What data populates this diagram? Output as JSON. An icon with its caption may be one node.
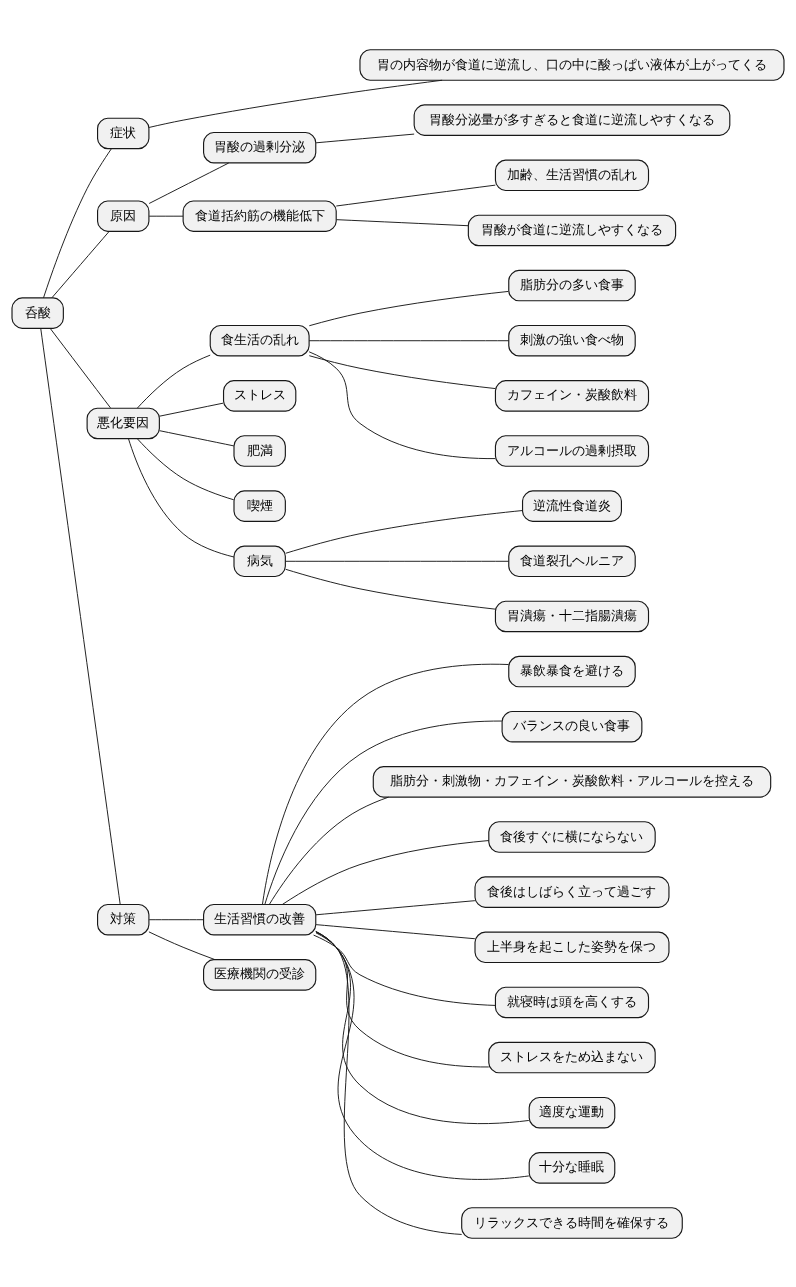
{
  "diagram": {
    "nodes": [
      {
        "text": [
          "呑酸"
        ]
      },
      {
        "text": [
          "症状"
        ]
      },
      {
        "text": [
          "胃の内容物が食道に逆流し、口の中に酸っぱい液体が上がってくる"
        ]
      },
      {
        "text": [
          "原因"
        ]
      },
      {
        "text": [
          "胃酸の過剰分泌"
        ]
      },
      {
        "text": [
          "胃酸分泌量が多すぎると食道に逆流しやすくなる"
        ]
      },
      {
        "text": [
          "食道括約筋の機能低下"
        ]
      },
      {
        "text": [
          "加齢、生活習慣の乱れ"
        ]
      },
      {
        "text": [
          "胃酸が食道に逆流しやすくなる"
        ]
      },
      {
        "text": [
          "悪化要因"
        ]
      },
      {
        "text": [
          "食生活の乱れ"
        ]
      },
      {
        "text": [
          "脂肪分の多い食事"
        ]
      },
      {
        "text": [
          "刺激の強い食べ物"
        ]
      },
      {
        "text": [
          "カフェイン・炭酸飲料"
        ]
      },
      {
        "text": [
          "アルコールの過剰摂取"
        ]
      },
      {
        "text": [
          "ストレス"
        ]
      },
      {
        "text": [
          "肥満"
        ]
      },
      {
        "text": [
          "喫煙"
        ]
      },
      {
        "text": [
          "病気"
        ]
      },
      {
        "text": [
          "逆流性食道炎"
        ]
      },
      {
        "text": [
          "食道裂孔ヘルニア"
        ]
      },
      {
        "text": [
          "胃潰瘍・十二指腸潰瘍"
        ]
      },
      {
        "text": [
          "対策"
        ]
      },
      {
        "text": [
          "生活習慣の改善"
        ]
      },
      {
        "text": [
          "暴飲暴食を避ける"
        ]
      },
      {
        "text": [
          "バランスの良い食事"
        ]
      },
      {
        "text": [
          "脂肪分・刺激物・カフェイン・炭酸飲料・アルコールを控える"
        ]
      },
      {
        "text": [
          "食後すぐに横にならない"
        ]
      },
      {
        "text": [
          "食後はしばらく立って過ごす"
        ]
      },
      {
        "text": [
          "上半身を起こした姿勢を保つ"
        ]
      },
      {
        "text": [
          "就寝時は頭を高くする"
        ]
      },
      {
        "text": [
          "ストレスをため込まない"
        ]
      },
      {
        "text": [
          "適度な運動"
        ]
      },
      {
        "text": [
          "十分な睡眠"
        ]
      },
      {
        "text": [
          "リラックスできる時間を確保する"
        ]
      },
      {
        "text": [
          "医療機関の受診"
        ]
      }
    ],
    "edges": [
      {
        "from": 0,
        "to": 1,
        "arrow": "none"
      },
      {
        "from": 1,
        "to": 2,
        "arrow": "none"
      },
      {
        "from": 0,
        "to": 3,
        "arrow": "none"
      },
      {
        "from": 3,
        "to": 4,
        "arrow": "none"
      },
      {
        "from": 4,
        "to": 5,
        "arrow": "none"
      },
      {
        "from": 3,
        "to": 6,
        "arrow": "none"
      },
      {
        "from": 6,
        "to": 7,
        "arrow": "none"
      },
      {
        "from": 6,
        "to": 8,
        "arrow": "none"
      },
      {
        "from": 0,
        "to": 9,
        "arrow": "none"
      },
      {
        "from": 9,
        "to": 10,
        "arrow": "none"
      },
      {
        "from": 10,
        "to": 11,
        "arrow": "none"
      },
      {
        "from": 10,
        "to": 12,
        "arrow": "none"
      },
      {
        "from": 10,
        "to": 13,
        "arrow": "none"
      },
      {
        "from": 10,
        "to": 14,
        "arrow": "none"
      },
      {
        "from": 9,
        "to": 15,
        "arrow": "none"
      },
      {
        "from": 9,
        "to": 16,
        "arrow": "none"
      },
      {
        "from": 9,
        "to": 17,
        "arrow": "none"
      },
      {
        "from": 9,
        "to": 18,
        "arrow": "none"
      },
      {
        "from": 18,
        "to": 19,
        "arrow": "none"
      },
      {
        "from": 18,
        "to": 20,
        "arrow": "none"
      },
      {
        "from": 18,
        "to": 21,
        "arrow": "none"
      },
      {
        "from": 0,
        "to": 22,
        "arrow": "none"
      },
      {
        "from": 22,
        "to": 23,
        "arrow": "none"
      },
      {
        "from": 23,
        "to": 24,
        "arrow": "none"
      },
      {
        "from": 23,
        "to": 25,
        "arrow": "none"
      },
      {
        "from": 23,
        "to": 26,
        "arrow": "none"
      },
      {
        "from": 23,
        "to": 27,
        "arrow": "none"
      },
      {
        "from": 23,
        "to": 28,
        "arrow": "none"
      },
      {
        "from": 23,
        "to": 29,
        "arrow": "none"
      },
      {
        "from": 23,
        "to": 30,
        "arrow": "none"
      },
      {
        "from": 23,
        "to": 31,
        "arrow": "none"
      },
      {
        "from": 23,
        "to": 32,
        "arrow": "none"
      },
      {
        "from": 23,
        "to": 33,
        "arrow": "none"
      },
      {
        "from": 23,
        "to": 34,
        "arrow": "none"
      },
      {
        "from": 22,
        "to": 35,
        "arrow": "none"
      }
    ]
  }
}
